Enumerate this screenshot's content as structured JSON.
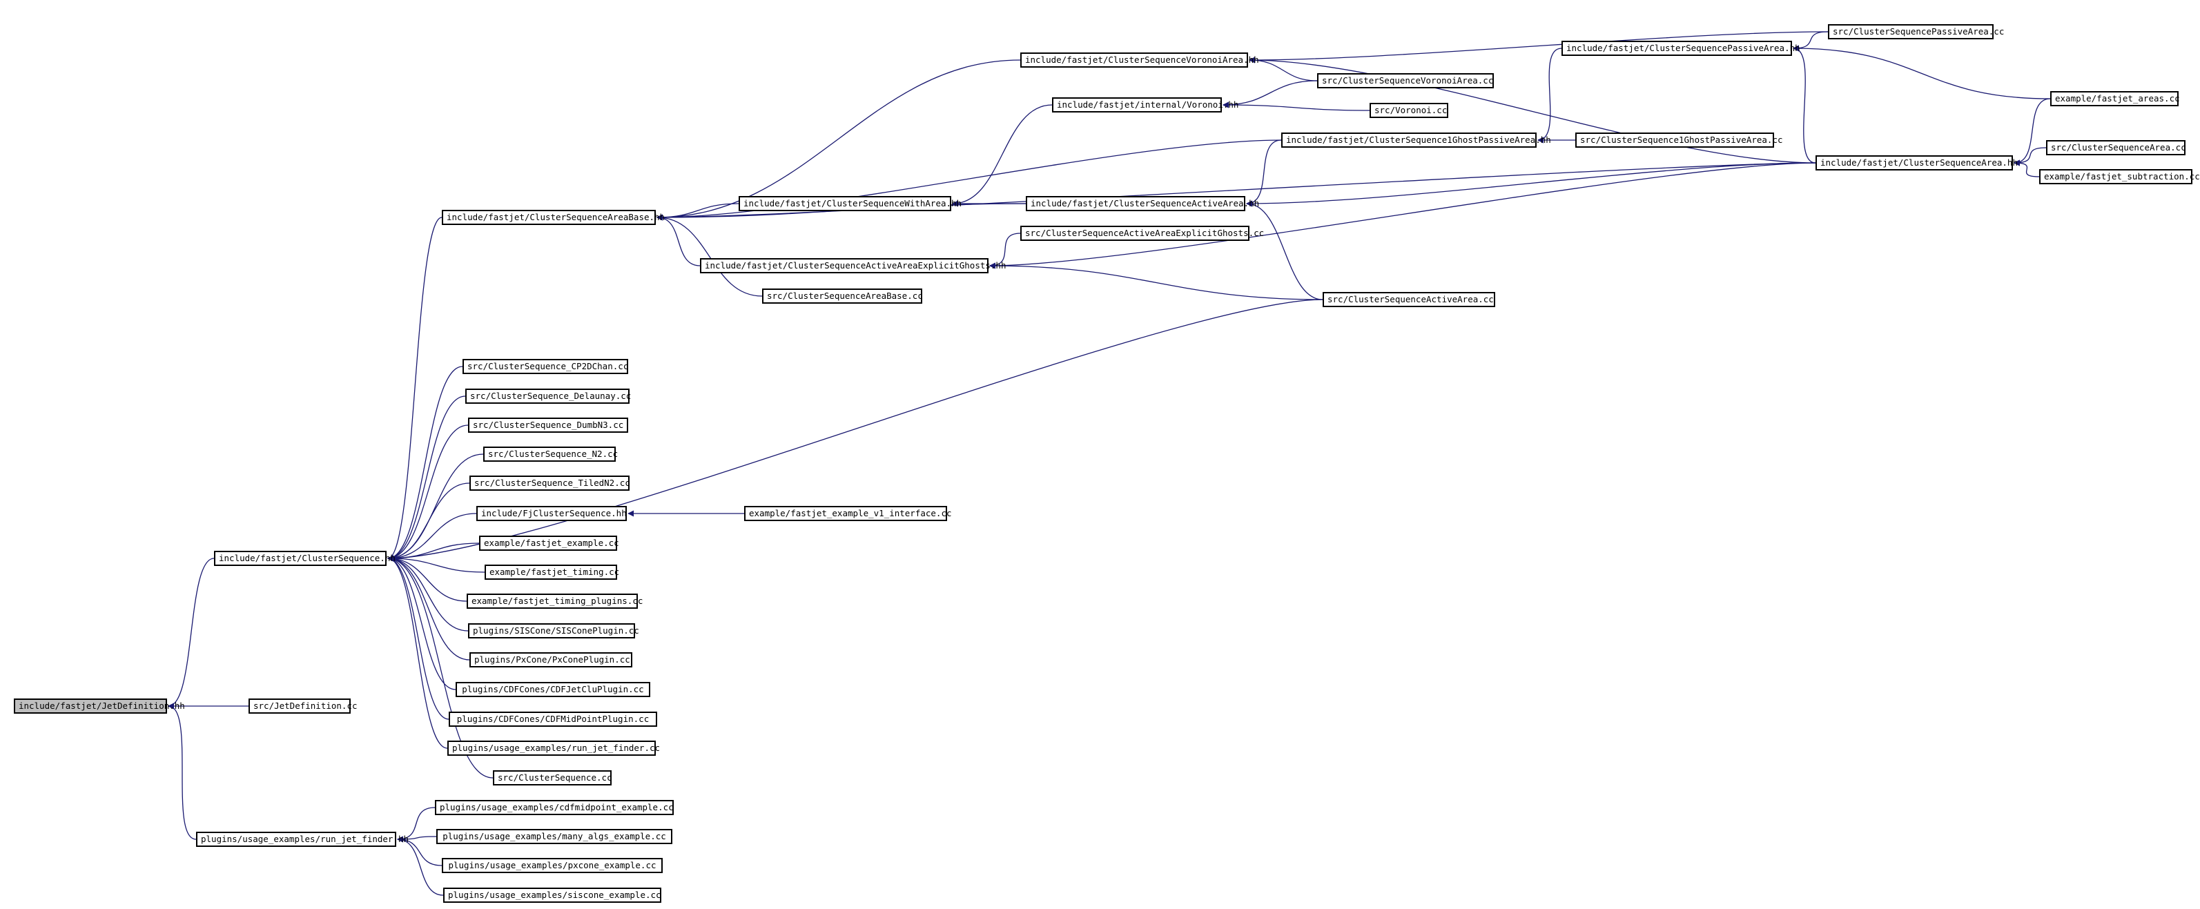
{
  "graph": {
    "title": "",
    "colors": {
      "edge": "#191970",
      "node_border": "#000000",
      "node_fill": "#ffffff",
      "root_fill": "#bfbfbf"
    },
    "nodes": [
      {
        "id": "jetdef_hh",
        "label": "include/fastjet/JetDefinition.hh",
        "root": true
      },
      {
        "id": "cs_hh",
        "label": "include/fastjet/ClusterSequence.hh"
      },
      {
        "id": "jetdef_cc",
        "label": "src/JetDefinition.cc"
      },
      {
        "id": "rjf_hh",
        "label": "plugins/usage_examples/run_jet_finder.hh"
      },
      {
        "id": "csab_hh",
        "label": "include/fastjet/ClusterSequenceAreaBase.hh"
      },
      {
        "id": "cs_cp2d",
        "label": "src/ClusterSequence_CP2DChan.cc"
      },
      {
        "id": "cs_del",
        "label": "src/ClusterSequence_Delaunay.cc"
      },
      {
        "id": "cs_dumb",
        "label": "src/ClusterSequence_DumbN3.cc"
      },
      {
        "id": "cs_n2",
        "label": "src/ClusterSequence_N2.cc"
      },
      {
        "id": "cs_tiled",
        "label": "src/ClusterSequence_TiledN2.cc"
      },
      {
        "id": "fjcs_hh",
        "label": "include/FjClusterSequence.hh"
      },
      {
        "id": "ex_fj",
        "label": "example/fastjet_example.cc"
      },
      {
        "id": "ex_timing",
        "label": "example/fastjet_timing.cc"
      },
      {
        "id": "ex_timing_pl",
        "label": "example/fastjet_timing_plugins.cc"
      },
      {
        "id": "sis_pl",
        "label": "plugins/SISCone/SISConePlugin.cc"
      },
      {
        "id": "px_pl",
        "label": "plugins/PxCone/PxConePlugin.cc"
      },
      {
        "id": "cdfclu",
        "label": "plugins/CDFCones/CDFJetCluPlugin.cc"
      },
      {
        "id": "cdfmid",
        "label": "plugins/CDFCones/CDFMidPointPlugin.cc"
      },
      {
        "id": "rjf_cc",
        "label": "plugins/usage_examples/run_jet_finder.cc"
      },
      {
        "id": "cs_cc",
        "label": "src/ClusterSequence.cc"
      },
      {
        "id": "ex_v1",
        "label": "example/fastjet_example_v1_interface.cc"
      },
      {
        "id": "ue_cdfmid",
        "label": "plugins/usage_examples/cdfmidpoint_example.cc"
      },
      {
        "id": "ue_many",
        "label": "plugins/usage_examples/many_algs_example.cc"
      },
      {
        "id": "ue_pxcone",
        "label": "plugins/usage_examples/pxcone_example.cc"
      },
      {
        "id": "ue_siscone",
        "label": "plugins/usage_examples/siscone_example.cc"
      },
      {
        "id": "csva_hh",
        "label": "include/fastjet/ClusterSequenceVoronoiArea.hh"
      },
      {
        "id": "vor_hh",
        "label": "include/fastjet/internal/Voronoi.hh"
      },
      {
        "id": "cswa_hh",
        "label": "include/fastjet/ClusterSequenceWithArea.hh"
      },
      {
        "id": "csaa_hh",
        "label": "include/fastjet/ClusterSequenceActiveArea.hh"
      },
      {
        "id": "csaaeg_hh",
        "label": "include/fastjet/ClusterSequenceActiveAreaExplicitGhosts.hh"
      },
      {
        "id": "csab_cc",
        "label": "src/ClusterSequenceAreaBase.cc"
      },
      {
        "id": "csva_cc",
        "label": "src/ClusterSequenceVoronoiArea.cc"
      },
      {
        "id": "vor_cc",
        "label": "src/Voronoi.cc"
      },
      {
        "id": "cs1gpa_hh",
        "label": "include/fastjet/ClusterSequence1GhostPassiveArea.hh"
      },
      {
        "id": "csaaeg_cc",
        "label": "src/ClusterSequenceActiveAreaExplicitGhosts.cc"
      },
      {
        "id": "csaa_cc",
        "label": "src/ClusterSequenceActiveArea.cc"
      },
      {
        "id": "cspa_hh",
        "label": "include/fastjet/ClusterSequencePassiveArea.hh"
      },
      {
        "id": "cs1gpa_cc",
        "label": "src/ClusterSequence1GhostPassiveArea.cc"
      },
      {
        "id": "cspa_cc",
        "label": "src/ClusterSequencePassiveArea.cc"
      },
      {
        "id": "csa_hh",
        "label": "include/fastjet/ClusterSequenceArea.hh"
      },
      {
        "id": "ex_areas",
        "label": "example/fastjet_areas.cc"
      },
      {
        "id": "csa_cc",
        "label": "src/ClusterSequenceArea.cc"
      },
      {
        "id": "ex_sub",
        "label": "example/fastjet_subtraction.cc"
      }
    ],
    "edges": [
      [
        "cs_hh",
        "jetdef_hh"
      ],
      [
        "jetdef_cc",
        "jetdef_hh"
      ],
      [
        "rjf_hh",
        "jetdef_hh"
      ],
      [
        "csab_hh",
        "cs_hh"
      ],
      [
        "cs_cp2d",
        "cs_hh"
      ],
      [
        "cs_del",
        "cs_hh"
      ],
      [
        "cs_dumb",
        "cs_hh"
      ],
      [
        "cs_n2",
        "cs_hh"
      ],
      [
        "cs_tiled",
        "cs_hh"
      ],
      [
        "fjcs_hh",
        "cs_hh"
      ],
      [
        "ex_fj",
        "cs_hh"
      ],
      [
        "ex_timing",
        "cs_hh"
      ],
      [
        "ex_timing_pl",
        "cs_hh"
      ],
      [
        "sis_pl",
        "cs_hh"
      ],
      [
        "px_pl",
        "cs_hh"
      ],
      [
        "cdfclu",
        "cs_hh"
      ],
      [
        "cdfmid",
        "cs_hh"
      ],
      [
        "rjf_cc",
        "cs_hh"
      ],
      [
        "cs_cc",
        "cs_hh"
      ],
      [
        "csaa_cc",
        "cs_hh"
      ],
      [
        "ex_v1",
        "fjcs_hh"
      ],
      [
        "ue_cdfmid",
        "rjf_hh"
      ],
      [
        "ue_many",
        "rjf_hh"
      ],
      [
        "ue_pxcone",
        "rjf_hh"
      ],
      [
        "ue_siscone",
        "rjf_hh"
      ],
      [
        "csva_hh",
        "csab_hh"
      ],
      [
        "cswa_hh",
        "csab_hh"
      ],
      [
        "csaa_hh",
        "csab_hh"
      ],
      [
        "csaaeg_hh",
        "csab_hh"
      ],
      [
        "csab_cc",
        "csab_hh"
      ],
      [
        "cs1gpa_hh",
        "csab_hh"
      ],
      [
        "csa_hh",
        "csab_hh"
      ],
      [
        "vor_hh",
        "cswa_hh"
      ],
      [
        "csaa_hh",
        "cswa_hh"
      ],
      [
        "csva_cc",
        "csva_hh"
      ],
      [
        "cspa_cc",
        "csva_hh"
      ],
      [
        "csa_hh",
        "csva_hh"
      ],
      [
        "csva_cc",
        "vor_hh"
      ],
      [
        "vor_cc",
        "vor_hh"
      ],
      [
        "cs1gpa_hh",
        "csaa_hh"
      ],
      [
        "csaa_cc",
        "csaa_hh"
      ],
      [
        "csa_hh",
        "csaa_hh"
      ],
      [
        "csaaeg_cc",
        "csaaeg_hh"
      ],
      [
        "csaa_cc",
        "csaaeg_hh"
      ],
      [
        "csa_hh",
        "csaaeg_hh"
      ],
      [
        "cspa_hh",
        "cs1gpa_hh"
      ],
      [
        "cs1gpa_cc",
        "cs1gpa_hh"
      ],
      [
        "cspa_cc",
        "cspa_hh"
      ],
      [
        "ex_areas",
        "cspa_hh"
      ],
      [
        "csa_hh",
        "cspa_hh"
      ],
      [
        "ex_areas",
        "csa_hh"
      ],
      [
        "csa_cc",
        "csa_hh"
      ],
      [
        "ex_sub",
        "csa_hh"
      ]
    ]
  }
}
